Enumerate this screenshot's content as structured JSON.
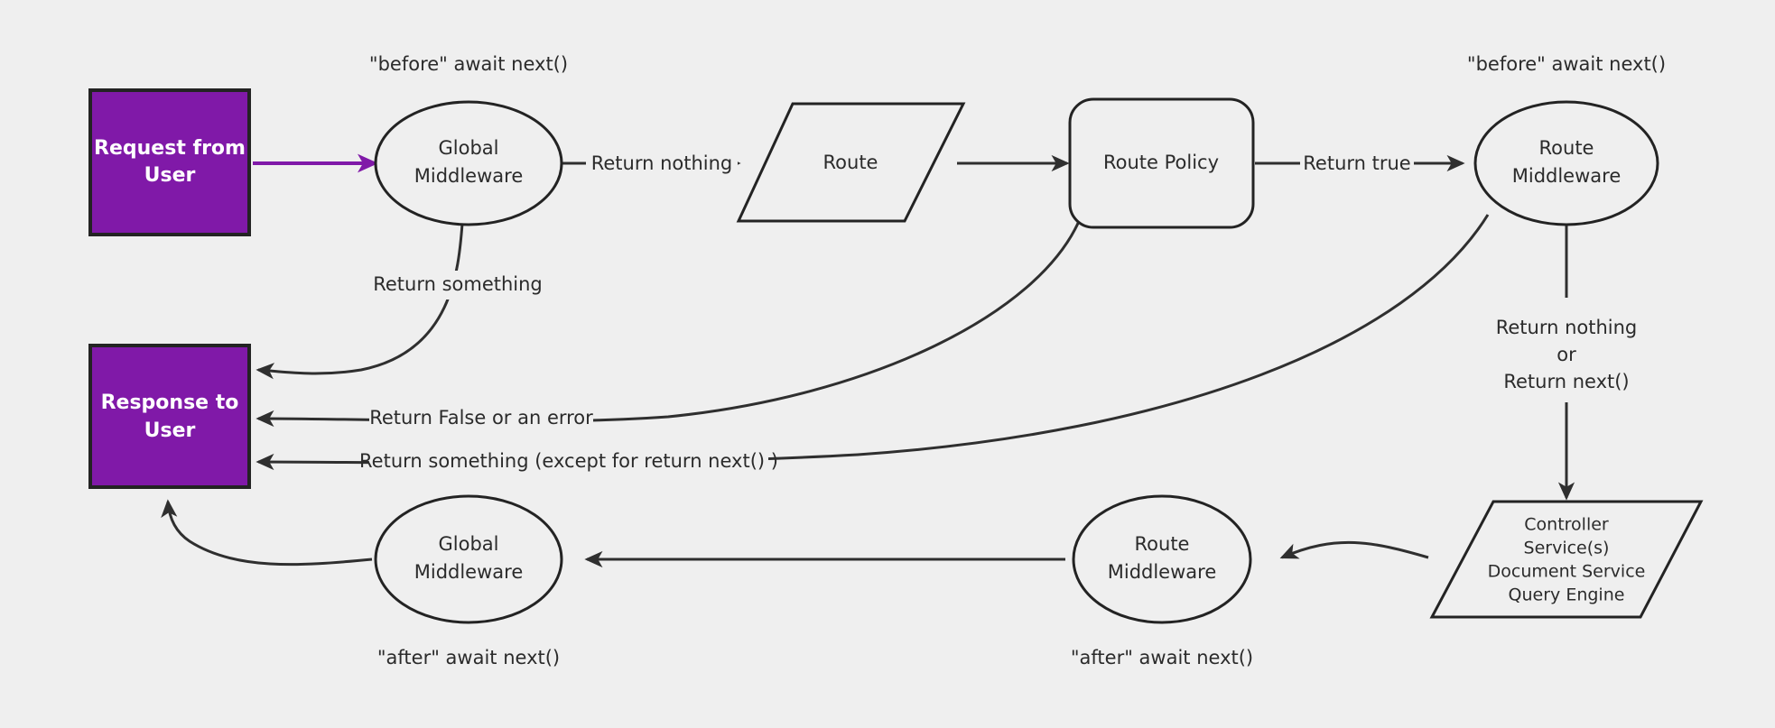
{
  "diagram": {
    "title": "Request/Response middleware lifecycle flow",
    "background_color": "#efefef",
    "accent_color": "#8019a8",
    "stroke_color": "#2f2f2f",
    "nodes": {
      "request_from_user": {
        "line1": "Request from",
        "line2": "User",
        "shape": "rectangle"
      },
      "global_middleware_before": {
        "line1": "Global",
        "line2": "Middleware",
        "shape": "ellipse"
      },
      "route": {
        "line1": "Route",
        "shape": "parallelogram"
      },
      "route_policy": {
        "line1": "Route Policy",
        "shape": "rounded-rectangle"
      },
      "route_middleware_before": {
        "line1": "Route",
        "line2": "Middleware",
        "shape": "ellipse"
      },
      "response_to_user": {
        "line1": "Response to",
        "line2": "User",
        "shape": "rectangle"
      },
      "controller_stack": {
        "line1": "Controller",
        "line2": "Service(s)",
        "line3": "Document Service",
        "line4": "Query Engine",
        "shape": "parallelogram"
      },
      "route_middleware_after": {
        "line1": "Route",
        "line2": "Middleware",
        "shape": "ellipse"
      },
      "global_middleware_after": {
        "line1": "Global",
        "line2": "Middleware",
        "shape": "ellipse"
      }
    },
    "annotations": {
      "before_await_next_global": "\"before\" await next()",
      "before_await_next_route": "\"before\" await next()",
      "after_await_next_global": "\"after\" await next()",
      "after_await_next_route": "\"after\" await next()"
    },
    "edge_labels": {
      "return_nothing": "Return nothing",
      "return_true": "Return true",
      "return_something_top": "Return something",
      "return_false_or_error": "Return False or an error",
      "return_something_except": "Return something (except for return next() )",
      "return_nothing_or_next_l1": "Return nothing",
      "return_nothing_or_next_l2": "or",
      "return_nothing_or_next_l3": "Return next()"
    }
  }
}
